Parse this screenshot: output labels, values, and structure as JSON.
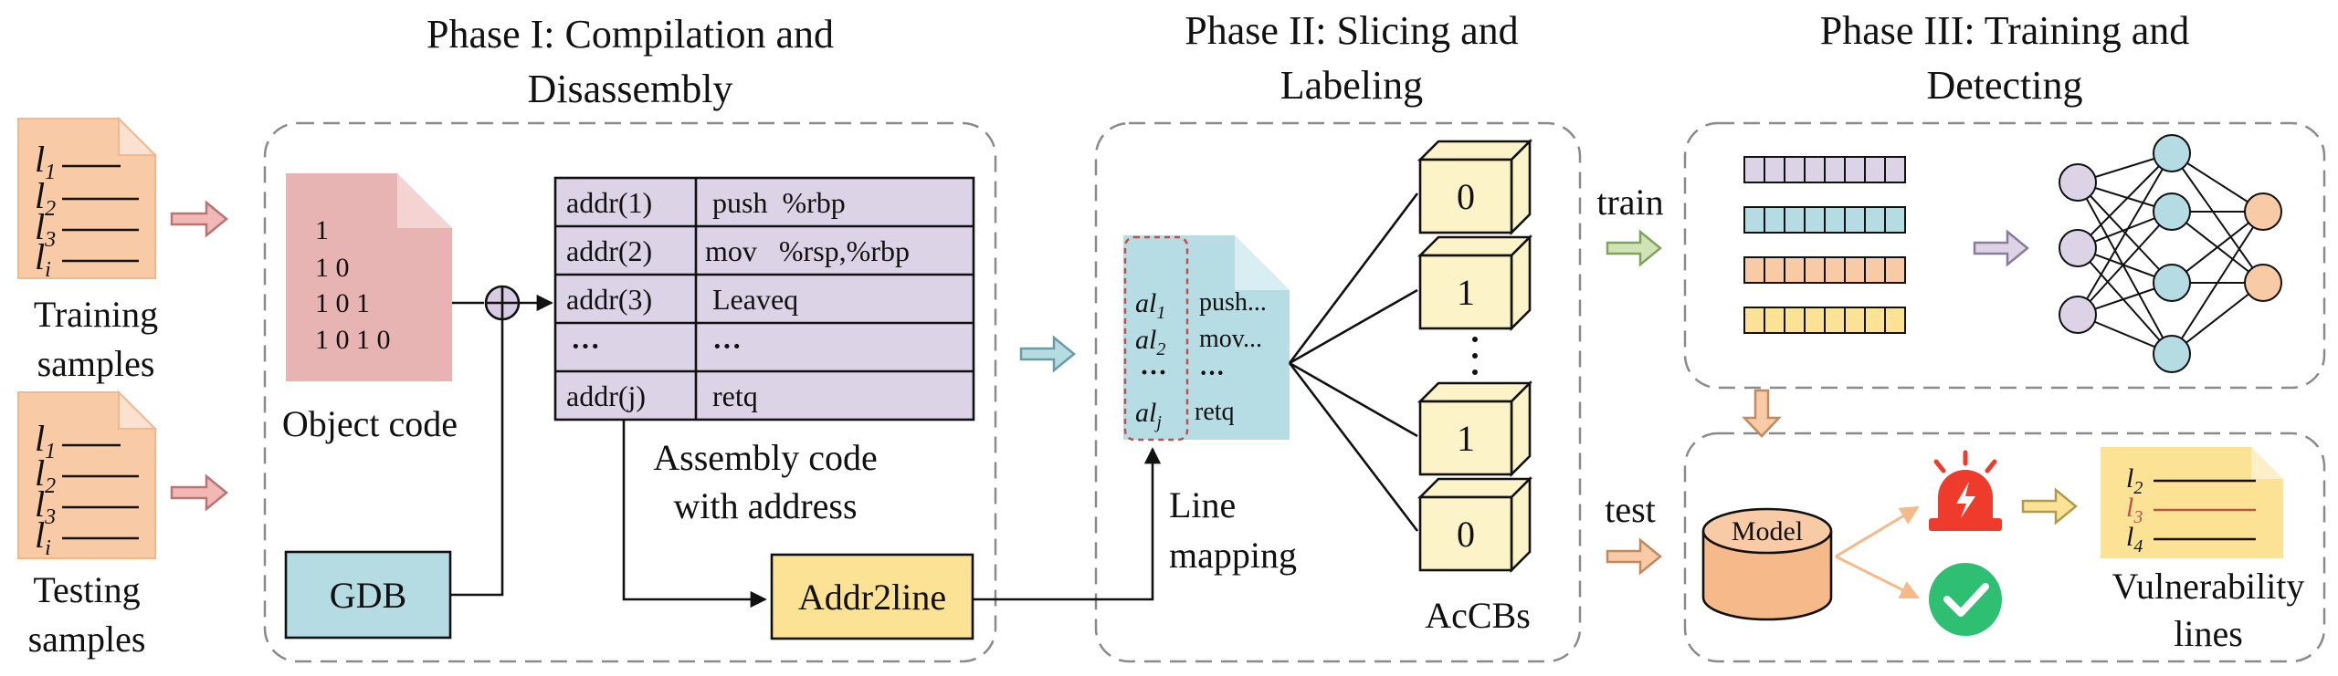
{
  "phases": {
    "phase1": {
      "line1": "Phase I: Compilation and",
      "line2": "Disassembly"
    },
    "phase2": {
      "line1": "Phase II: Slicing and",
      "line2": "Labeling"
    },
    "phase3": {
      "line1": "Phase III: Training and",
      "line2": "Detecting"
    }
  },
  "inputs": {
    "training": {
      "line1": "Training",
      "line2": "samples",
      "lines": [
        "l1",
        "l2",
        "l3",
        "li"
      ]
    },
    "testing": {
      "line1": "Testing",
      "line2": "samples",
      "lines": [
        "l1",
        "l2",
        "l3",
        "li"
      ]
    }
  },
  "object_code": {
    "label": "Object code",
    "bits": [
      "1",
      "1 0",
      "1 0 1",
      "1 0 1 0"
    ]
  },
  "assembly": {
    "label_line1": "Assembly code",
    "label_line2": "with address",
    "rows": [
      {
        "addr": "addr(1)",
        "instr": "push  %rbp"
      },
      {
        "addr": "addr(2)",
        "instr": "mov   %rsp,%rbp"
      },
      {
        "addr": "addr(3)",
        "instr": "Leaveq"
      },
      {
        "addr": "···",
        "instr": "···"
      },
      {
        "addr": "addr(j)",
        "instr": "retq"
      }
    ]
  },
  "tools": {
    "gdb": "GDB",
    "addr2line": "Addr2line"
  },
  "line_mapping": {
    "label_line1": "Line",
    "label_line2": "mapping",
    "rows": [
      {
        "al": "al",
        "sub": "1",
        "code": "push..."
      },
      {
        "al": "al",
        "sub": "2",
        "code": "mov..."
      },
      {
        "al": "···",
        "sub": "",
        "code": "···"
      },
      {
        "al": "al",
        "sub": "j",
        "code": "retq"
      }
    ]
  },
  "accbs": {
    "label": "AcCBs",
    "values": [
      "0",
      "1",
      "1",
      "0"
    ]
  },
  "flow": {
    "train": "train",
    "test": "test"
  },
  "model": {
    "label": "Model"
  },
  "output": {
    "label_line1": "Vulnerability",
    "label_line2": "lines",
    "lines": [
      {
        "l": "l",
        "sub": "2"
      },
      {
        "l": "l",
        "sub": "3"
      },
      {
        "l": "l",
        "sub": "4"
      }
    ]
  },
  "colors": {
    "doc_peach": "#f9caa6",
    "object_code": "#e8b4b3",
    "assembly": "#ddd3e6",
    "gdb": "#b4dce2",
    "addr2line": "#fbe295",
    "mapping_doc": "#b6dce4",
    "cube": "#fdf3c8",
    "vec_purple": "#ddd3e6",
    "vec_blue": "#b4dce2",
    "vec_peach": "#f9caa6",
    "vec_yellow": "#fbe295",
    "alarm_red": "#ee3b2b",
    "check_green": "#2fbf72"
  }
}
